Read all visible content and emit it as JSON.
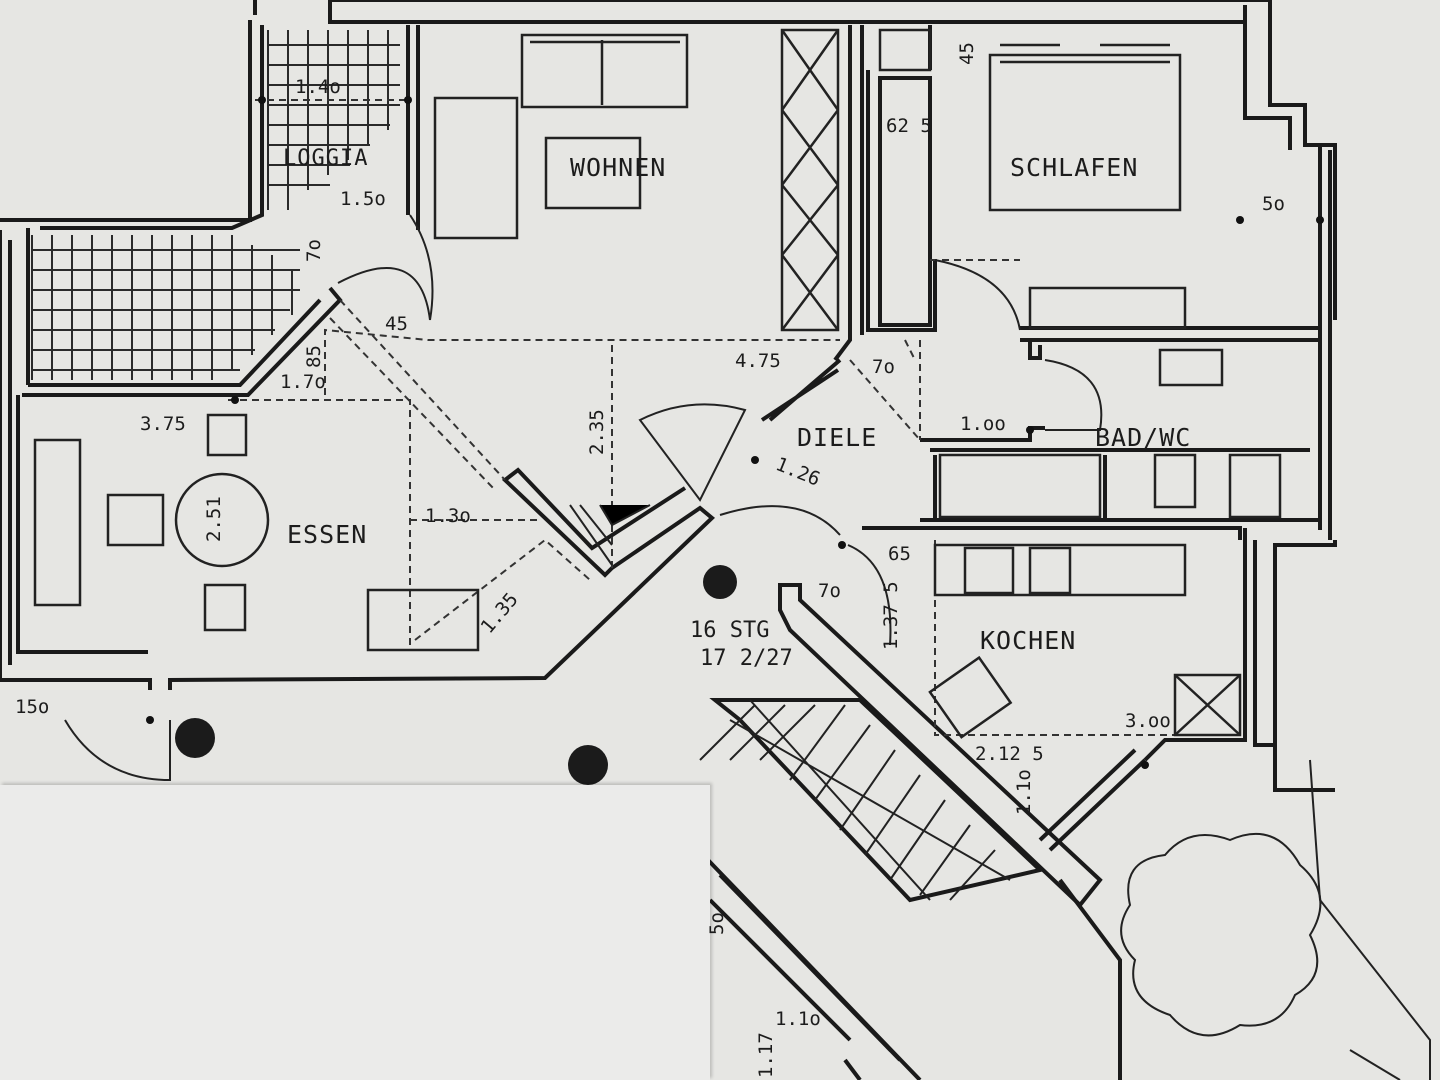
{
  "rooms": {
    "loggia": "LOGGIA",
    "wohnen": "WOHNEN",
    "schlafen": "SCHLAFEN",
    "essen": "ESSEN",
    "diele": "DIELE",
    "bad_wc": "BAD/WC",
    "kochen": "KOCHEN"
  },
  "stairs": {
    "steps": "16 STG",
    "ratio": "17 2/27"
  },
  "dimensions": {
    "loggia_width": "1.4o",
    "loggia_depth": "1.5o",
    "loggia_wall": "7o",
    "door_45": "45",
    "essen_width": "3.75",
    "essen_85": "85",
    "essen_170": "1.7o",
    "essen_diameter": "2.51",
    "essen_130": "1.3o",
    "essen_135": "1.35",
    "living_475": "4.75",
    "living_235": "2.35",
    "bed_625": "62 5",
    "bed_45": "45",
    "bed_50": "5o",
    "diele_70": "7o",
    "diele_126": "1.26",
    "bad_100": "1.oo",
    "kitchen_65": "65",
    "kitchen_70": "7o",
    "kitchen_1375": "1.37 5",
    "kitchen_300": "3.oo",
    "kitchen_2125": "2.12 5",
    "kitchen_110": "1.1o",
    "entry_150": "15o",
    "stair_110": "1.1o",
    "stair_50": "5o",
    "stair_117": "1.17"
  }
}
